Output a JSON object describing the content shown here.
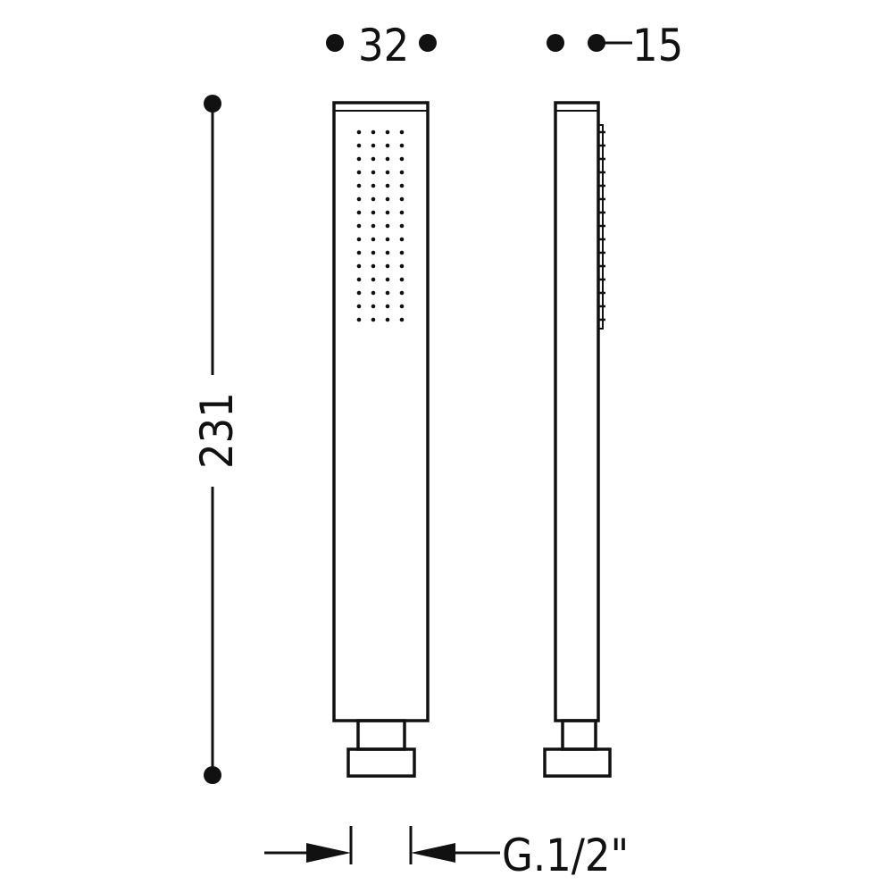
{
  "dimensions": {
    "front_width": "32",
    "side_width": "15",
    "height": "231",
    "thread": "G.1/2\""
  },
  "colors": {
    "line": "#111111",
    "background": "#ffffff"
  }
}
